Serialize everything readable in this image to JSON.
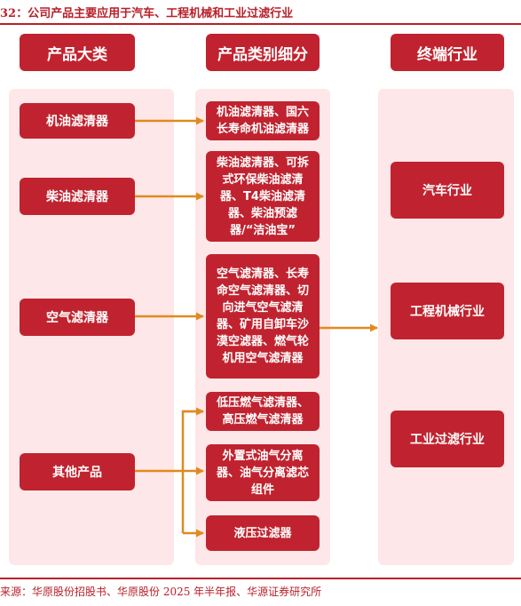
{
  "figure": {
    "title": "32：公司产品主要应用于汽车、工程机械和工业过滤行业",
    "source": "来源：华原股份招股书、华原股份 2025 年半年报、华源证券研究所"
  },
  "headers": {
    "col1": "产品大类",
    "col2": "产品类别细分",
    "col3": "终端行业"
  },
  "categories": [
    "机油滤清器",
    "柴油滤清器",
    "空气滤清器",
    "其他产品"
  ],
  "subcategories": [
    "机油滤清器、国六长寿命机油滤清器",
    "柴油滤清器、可拆式环保柴油滤清器、T4柴油滤清器、柴油预滤器/“洁油宝”",
    "空气滤清器、长寿命空气滤清器、切向进气空气滤清器、矿用自卸车沙漠空滤器、燃气轮机用空气滤清器",
    "低压燃气滤清器、高压燃气滤清器",
    "外置式油气分离器、油气分离滤芯组件",
    "液压过滤器"
  ],
  "industries": [
    "汽车行业",
    "工程机械行业",
    "工业过滤行业"
  ],
  "colors": {
    "box": "#c0232f",
    "panel": "#fde7e8",
    "arrow": "#e08a1e",
    "title": "#b8202a"
  }
}
